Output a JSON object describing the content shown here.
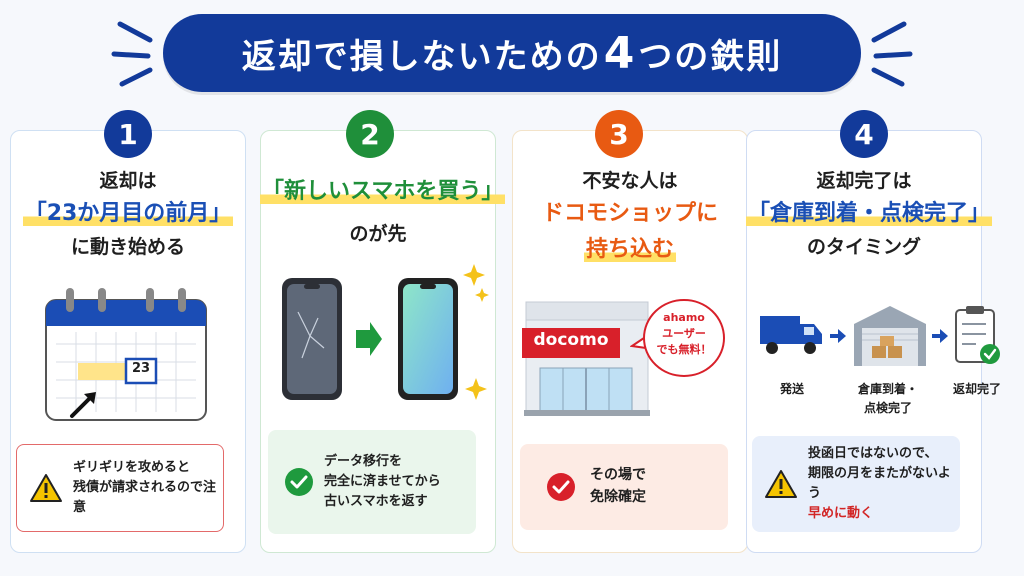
{
  "title": {
    "pre": "返却で損しないための",
    "num": "4",
    "post": "つの鉄則"
  },
  "cards": [
    {
      "number": "1",
      "lines": [
        "返却は",
        "「23か月目の前月」",
        "に動き始める"
      ],
      "calendar_day": "23",
      "note": [
        "ギリギリを攻めると",
        "残債が請求されるので注意"
      ]
    },
    {
      "number": "2",
      "lines": [
        "「新しいスマホを買う」",
        "のが先"
      ],
      "note": [
        "データ移行を",
        "完全に済ませてから",
        "古いスマホを返す"
      ]
    },
    {
      "number": "3",
      "lines": [
        "不安な人は",
        "ドコモショップに",
        "持ち込む"
      ],
      "store_sign": "docomo",
      "bubble": [
        "ahamo",
        "ユーザー",
        "でも無料！"
      ],
      "note": [
        "その場で",
        "免除確定"
      ]
    },
    {
      "number": "4",
      "lines": [
        "返却完了は",
        "「倉庫到着・点検完了」",
        "のタイミング"
      ],
      "steps": [
        {
          "label": [
            "発送"
          ]
        },
        {
          "label": [
            "倉庫到着・",
            "点検完了"
          ]
        },
        {
          "label": [
            "返却完了"
          ]
        }
      ],
      "note": [
        "投函日ではないので、",
        "期限の月をまたがないよう",
        "早めに動く"
      ]
    }
  ],
  "colors": {
    "title_bg": "#123a9a",
    "badge_1": "#123a9a",
    "badge_2": "#1f8f3a",
    "badge_3": "#e85a12",
    "badge_4": "#123a9a",
    "docomo_red": "#d8202a"
  }
}
